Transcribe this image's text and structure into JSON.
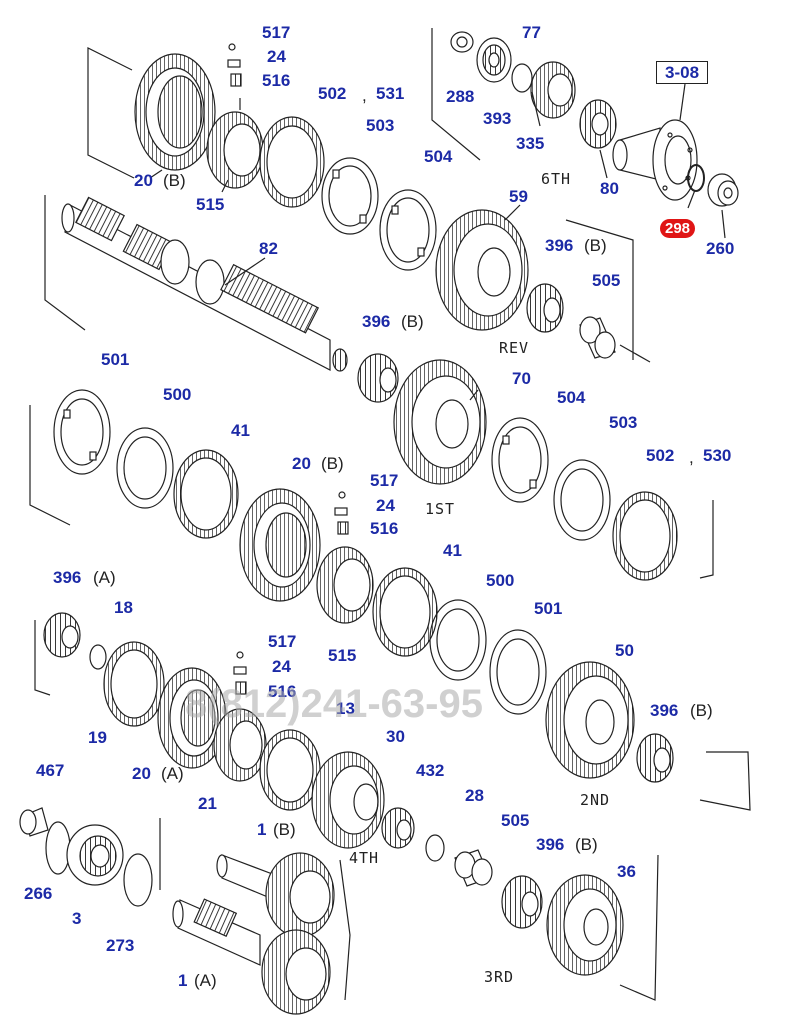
{
  "labels": {
    "l517a": "517",
    "l24a": "24",
    "l516a": "516",
    "l20b1": "20",
    "l515a": "515",
    "l502a": "502",
    "l531": "531",
    "l503a": "503",
    "l504a": "504",
    "l288": "288",
    "l393": "393",
    "l77": "77",
    "l335": "335",
    "l80": "80",
    "l308": "3-08",
    "l298": "298",
    "l260": "260",
    "l82": "82",
    "l59": "59",
    "l396b1": "396",
    "l505a": "505",
    "l396b2": "396",
    "l501a": "501",
    "l500a": "500",
    "l41a": "41",
    "l70": "70",
    "l504b": "504",
    "l503b": "503",
    "l502b": "502",
    "l530": "530",
    "l20b2": "20",
    "l517b": "517",
    "l24b": "24",
    "l516b": "516",
    "l515b": "515",
    "l41b": "41",
    "l500b": "500",
    "l501b": "501",
    "l396a": "396",
    "l18": "18",
    "l19": "19",
    "l517c": "517",
    "l24c": "24",
    "l516c": "516",
    "l20a": "20",
    "l21": "21",
    "l13": "13",
    "l30": "30",
    "l50": "50",
    "l396b3": "396",
    "l467": "467",
    "l266": "266",
    "l3": "3",
    "l273": "273",
    "l1b": "1",
    "l1a": "1",
    "l432": "432",
    "l28": "28",
    "l505b": "505",
    "l396b4": "396",
    "l36": "36"
  },
  "suffixes": {
    "b": "(B)",
    "a": "(A)",
    "comma": ","
  },
  "gear_names": {
    "sixth": "6TH",
    "rev": "REV",
    "first": "1ST",
    "fourth": "4TH",
    "second": "2ND",
    "third": "3RD"
  },
  "watermark": "8(812)241-63-95",
  "colors": {
    "label": "#1c2aa6",
    "highlight": "#e01515",
    "line": "#222222"
  }
}
